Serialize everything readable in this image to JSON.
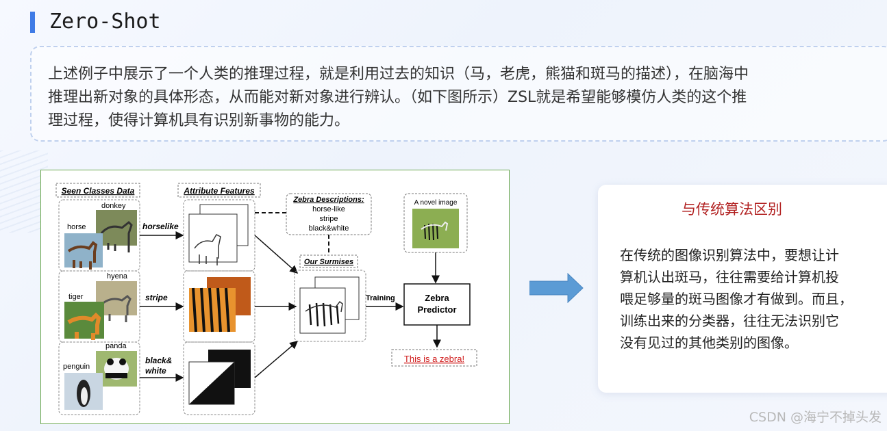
{
  "header": {
    "title": "Zero-Shot"
  },
  "intro": {
    "lines": [
      "上述例子中展示了一个人类的推理过程，就是利用过去的知识（马，老虎，熊猫和斑马的描述），在脑海中",
      "推理出新对象的具体形态，从而能对新对象进行辨认。（如下图所示）ZSL就是希望能够模仿人类的这个推",
      "理过程，使得计算机具有识别新事物的能力。"
    ]
  },
  "figure": {
    "seen_classes_title": "Seen Classes Data",
    "attribute_features_title": "Attribute Features",
    "zebra_desc_title": "Zebra Descriptions:",
    "zebra_desc_lines": [
      "horse-like",
      "stripe",
      "black&white"
    ],
    "our_surmises": "Our Surmises",
    "novel_image": "A novel image",
    "training": "Training",
    "predictor_line1": "Zebra",
    "predictor_line2": "Predictor",
    "result": "This is a zebra!",
    "rows": [
      {
        "label_a": "donkey",
        "label_b": "horse",
        "attribute": "horselike"
      },
      {
        "label_a": "hyena",
        "label_b": "tiger",
        "attribute": "stripe"
      },
      {
        "label_a": "panda",
        "label_b": "penguin",
        "attribute_line1": "black&",
        "attribute_line2": "white"
      }
    ]
  },
  "card": {
    "title": "与传统算法区别",
    "lines": [
      "在传统的图像识别算法中，要想让计",
      "算机认出斑马，往往需要给计算机投",
      "喂足够量的斑马图像才有做到。而且，",
      "训练出来的分类器，往往无法识别它",
      "没有见过的其他类别的图像。"
    ]
  },
  "watermark": "CSDN @海宁不掉头发",
  "colors": {
    "accent": "#3f7be6",
    "card_title": "#b22222",
    "arrow": "#5b9bd5",
    "figure_border": "#6aa84f"
  }
}
